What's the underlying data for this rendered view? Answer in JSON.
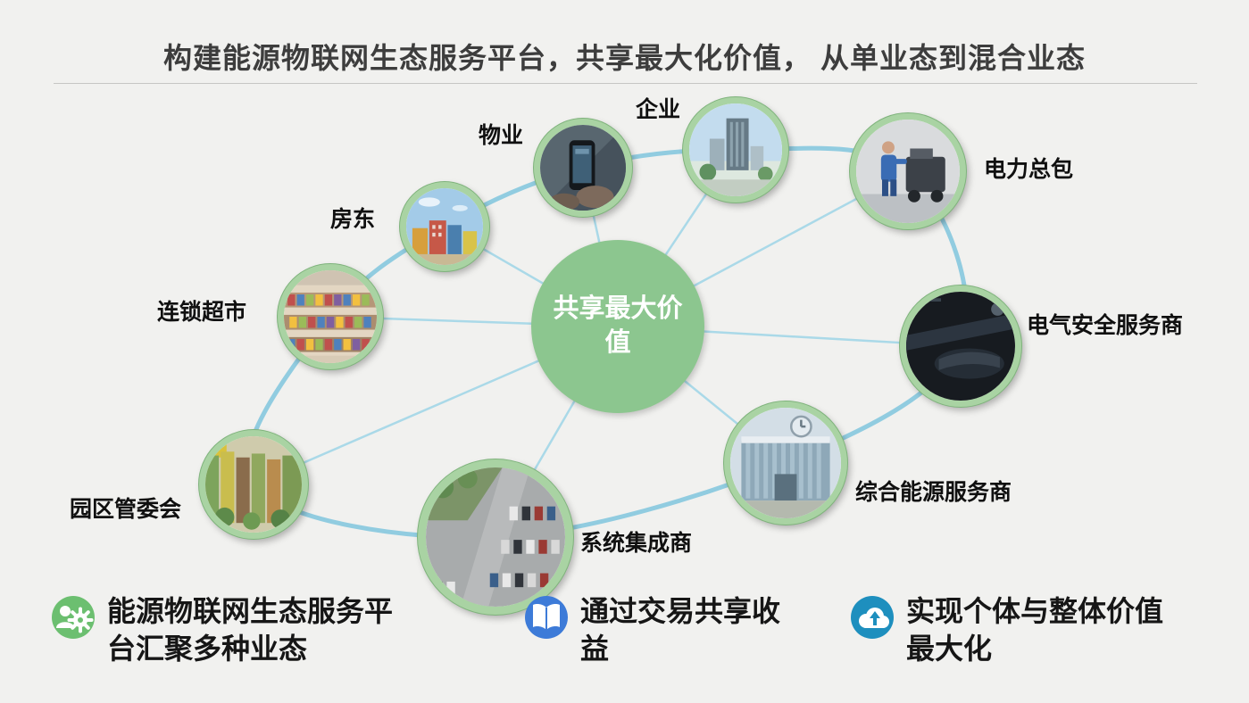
{
  "title": "构建能源物联网生态服务平台，共享最大化价值， 从单业态到混合业态",
  "center": {
    "label": "共享最大价值",
    "color": "#8cc68f"
  },
  "nodes": [
    {
      "id": "enterprise",
      "label": "企业"
    },
    {
      "id": "power-contractor",
      "label": "电力总包"
    },
    {
      "id": "electrical-safety",
      "label": "电气安全服务商"
    },
    {
      "id": "integrated-energy",
      "label": "综合能源服务商"
    },
    {
      "id": "system-integrator",
      "label": "系统集成商"
    },
    {
      "id": "park-committee",
      "label": "园区管委会"
    },
    {
      "id": "chain-supermarket",
      "label": "连锁超市"
    },
    {
      "id": "landlord",
      "label": "房东"
    },
    {
      "id": "property",
      "label": "物业"
    }
  ],
  "legend": [
    {
      "icon": "gear-people-icon",
      "text": "能源物联网生态服务平台汇聚多种业态",
      "color": "#6cbf70"
    },
    {
      "icon": "open-book-icon",
      "text": "通过交易共享收益",
      "color": "#3d7bd8"
    },
    {
      "icon": "cloud-upload-icon",
      "text": "实现个体与整体价值最大化",
      "color": "#1e8fbe"
    }
  ],
  "colors": {
    "background": "#f1f1ef",
    "ellipse": "#86c8de",
    "spoke": "#aad9e8",
    "node_ring": "#a9d3a3",
    "title_text": "#3d3d3d"
  }
}
